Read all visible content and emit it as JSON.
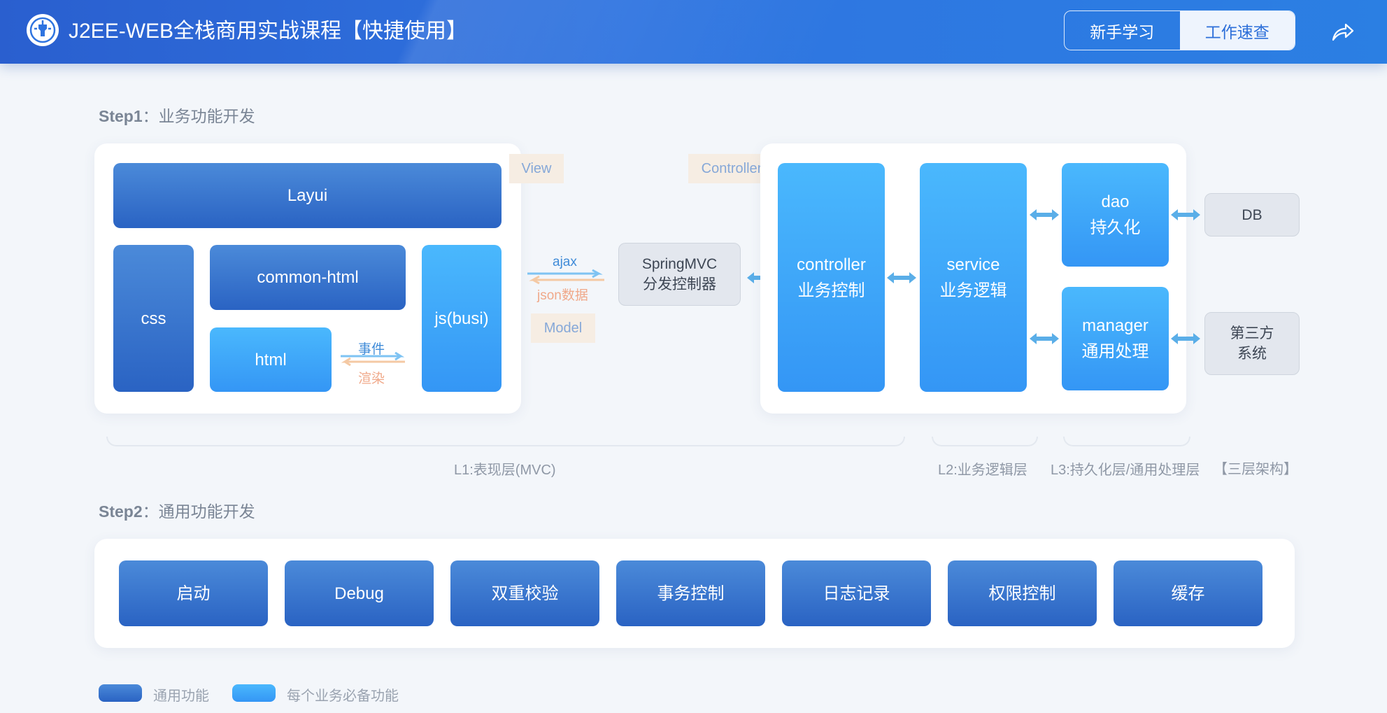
{
  "header": {
    "title": "J2EE-WEB全栈商用实战课程【快捷使用】",
    "tabs": [
      {
        "label": "新手学习",
        "active": false
      },
      {
        "label": "工作速查",
        "active": true
      }
    ],
    "logo_icon": "gear-head-icon",
    "share_icon": "share-arrow-icon"
  },
  "colors": {
    "header": "#2f74e0",
    "dark_block": "#2a63c3",
    "light_block": "#3aa5fb",
    "arrow": "#5aaee8",
    "tag_bg": "#f6ede3"
  },
  "step1": {
    "prefix": "Step1",
    "title": "：业务功能开发",
    "view_panel": {
      "layui": "Layui",
      "css": "css",
      "common_html": "common-html",
      "html": "html",
      "js": "js(busi)",
      "event_label": "事件",
      "render_label": "渲染"
    },
    "tags": {
      "view": "View",
      "controller": "Controller",
      "model": "Model"
    },
    "ajax_label": "ajax",
    "json_label": "json数据",
    "springmvc": {
      "line1": "SpringMVC",
      "line2": "分发控制器"
    },
    "backend": {
      "controller": {
        "line1": "controller",
        "line2": "业务控制"
      },
      "service": {
        "line1": "service",
        "line2": "业务逻辑"
      },
      "dao": {
        "line1": "dao",
        "line2": "持久化"
      },
      "manager": {
        "line1": "manager",
        "line2": "通用处理"
      }
    },
    "db": "DB",
    "third_party": {
      "line1": "第三方",
      "line2": "系统"
    },
    "layers": {
      "l1": "L1:表现层(MVC)",
      "l2": "L2:业务逻辑层",
      "l3": "L3:持久化层/通用处理层",
      "note": "【三层架构】"
    }
  },
  "step2": {
    "prefix": "Step2",
    "title": "：通用功能开发",
    "items": [
      "启动",
      "Debug",
      "双重校验",
      "事务控制",
      "日志记录",
      "权限控制",
      "缓存"
    ]
  },
  "legend": [
    {
      "label": "通用功能",
      "kind": "dark"
    },
    {
      "label": "每个业务必备功能",
      "kind": "light"
    }
  ]
}
